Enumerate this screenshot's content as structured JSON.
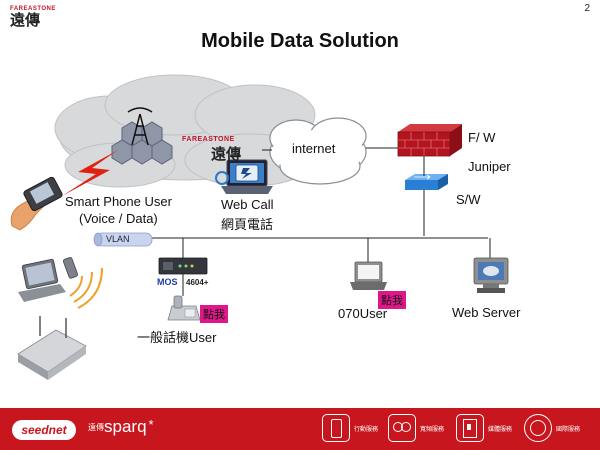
{
  "page": {
    "number": "2",
    "title": "Mobile Data Solution"
  },
  "logo": {
    "brand": "FAREASTONE",
    "cn": "遠傳"
  },
  "labels": {
    "cloud_brand": "FAREASTONE",
    "cloud_cn": "遠傳",
    "internet": "internet",
    "firewall": "F/ W",
    "juniper": "Juniper",
    "switch": "S/W",
    "smartphone_line1": "Smart Phone User",
    "smartphone_line2": "(Voice / Data)",
    "webcall_line1": "Web Call",
    "webcall_line2": "網頁電話",
    "vlan": "VLAN",
    "mos": "MOS",
    "mos_model": "4604+",
    "landline_user": "一般話機User",
    "user070": "070User",
    "web_server": "Web Server",
    "click_me": "點我"
  },
  "footer": {
    "seednet": "seednet",
    "sparq_cn": "遠傳",
    "sparq": "sparq",
    "sparq_mark": "*",
    "items": [
      "行動服務",
      "寬頻服務",
      "媒體服務",
      "國際服務"
    ]
  },
  "colors": {
    "accent": "#c8161e",
    "badge": "#e0178a",
    "firewall": "#b3141e",
    "switch": "#2a7fd4"
  }
}
